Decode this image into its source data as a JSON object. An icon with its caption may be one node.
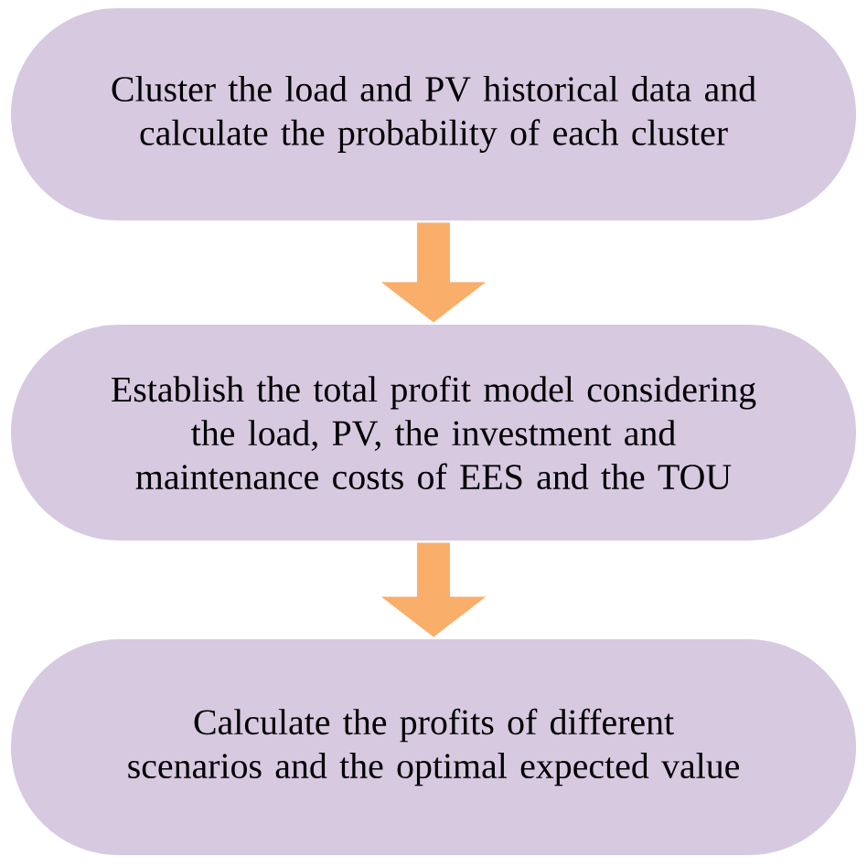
{
  "diagram": {
    "nodes": [
      {
        "text": [
          "Cluster the load and PV historical data and calculate the probability of each cluster"
        ]
      },
      {
        "text": [
          "Establish the total profit model considering the load, PV, the investment and maintenance costs of EES and the TOU"
        ]
      },
      {
        "text": [
          "Calculate the profits of different scenarios and the optimal expected value"
        ]
      }
    ],
    "edges": [
      {
        "from": 0,
        "to": 1,
        "arrow": "to"
      },
      {
        "from": 1,
        "to": 2,
        "arrow": "to"
      }
    ]
  }
}
